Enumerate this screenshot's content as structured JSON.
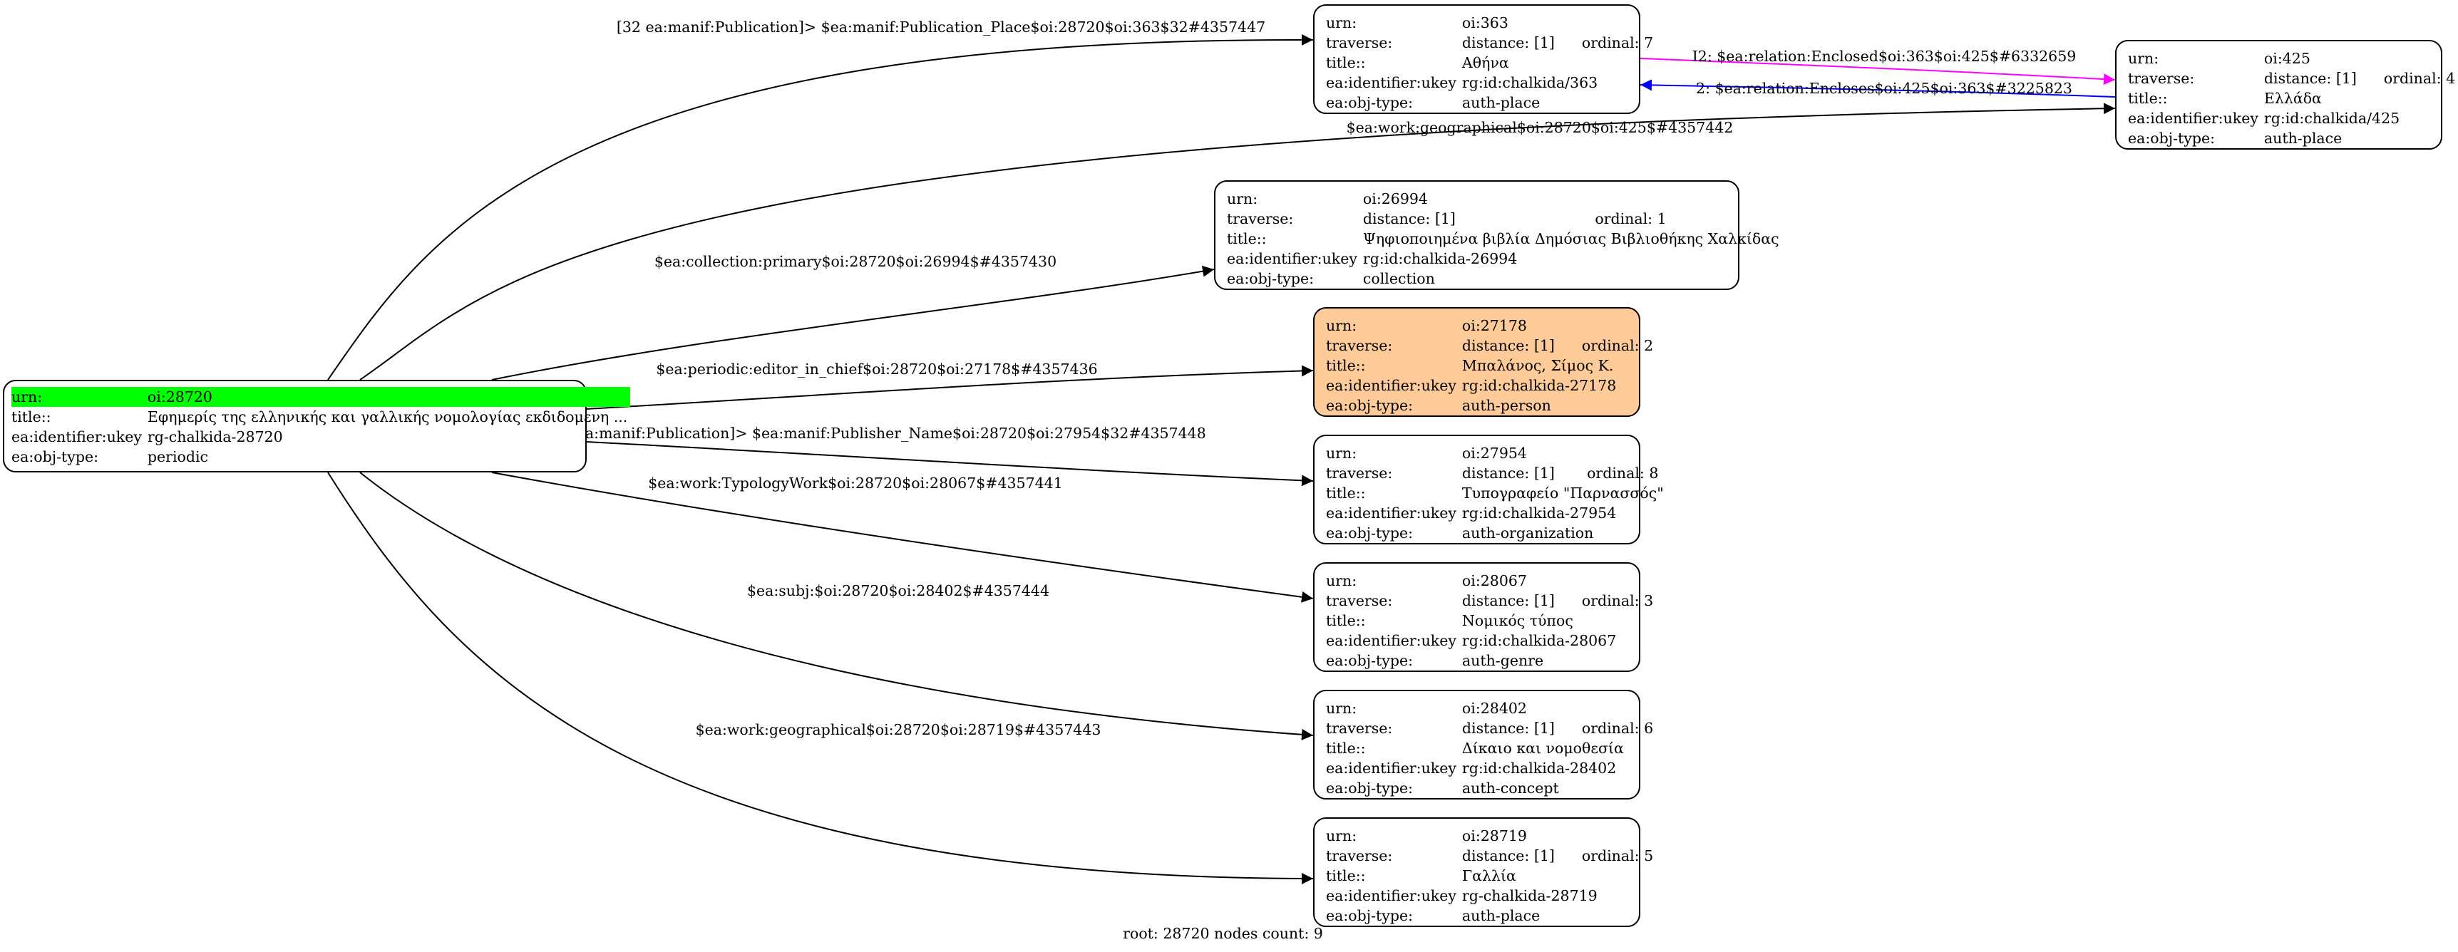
{
  "labels": {
    "urn": "urn:",
    "traverse": "traverse:",
    "title": "title::",
    "ukey": "ea:identifier:ukey",
    "objtype": "ea:obj-type:"
  },
  "root": {
    "urn": "oi:28720",
    "title": "Εφημερίς της ελληνικής και γαλλικής νομολογίας εκδιδομενη ...",
    "ukey": "rg-chalkida-28720",
    "objtype": "periodic",
    "highlight_color": "#00ff00"
  },
  "nodes": [
    {
      "id": "n363",
      "urn": "oi:363",
      "distance": "distance: [1]",
      "ordinal": "ordinal: 7",
      "title": "Αθήνα",
      "ukey": "rg:id:chalkida/363",
      "objtype": "auth-place"
    },
    {
      "id": "n425",
      "urn": "oi:425",
      "distance": "distance: [1]",
      "ordinal": "ordinal: 4",
      "title": "Ελλάδα",
      "ukey": "rg:id:chalkida/425",
      "objtype": "auth-place"
    },
    {
      "id": "n26994",
      "urn": "oi:26994",
      "distance": "distance: [1]",
      "ordinal": "ordinal: 1",
      "title": "Ψηφιοποιημένα βιβλία Δημόσιας Βιβλιοθήκης Χαλκίδας",
      "ukey": "rg:id:chalkida-26994",
      "objtype": "collection"
    },
    {
      "id": "n27178",
      "urn": "oi:27178",
      "distance": "distance: [1]",
      "ordinal": "ordinal: 2",
      "title": "Μπαλάνος, Σίμος Κ.",
      "ukey": "rg:id:chalkida-27178",
      "objtype": "auth-person",
      "highlight_color": "#ffcc99"
    },
    {
      "id": "n27954",
      "urn": "oi:27954",
      "distance": "distance: [1]",
      "ordinal": "ordinal: 8",
      "title": "Τυπογραφείο \"Παρνασσός\"",
      "ukey": "rg:id:chalkida-27954",
      "objtype": "auth-organization"
    },
    {
      "id": "n28067",
      "urn": "oi:28067",
      "distance": "distance: [1]",
      "ordinal": "ordinal: 3",
      "title": "Νομικός τύπος",
      "ukey": "rg:id:chalkida-28067",
      "objtype": "auth-genre"
    },
    {
      "id": "n28402",
      "urn": "oi:28402",
      "distance": "distance: [1]",
      "ordinal": "ordinal: 6",
      "title": "Δίκαιο και νομοθεσία",
      "ukey": "rg:id:chalkida-28402",
      "objtype": "auth-concept"
    },
    {
      "id": "n28719",
      "urn": "oi:28719",
      "distance": "distance: [1]",
      "ordinal": "ordinal: 5",
      "title": "Γαλλία",
      "ukey": "rg-chalkida-28719",
      "objtype": "auth-place"
    }
  ],
  "edges": [
    {
      "id": "e-publication-place",
      "label": "[32 ea:manif:Publication]> $ea:manif:Publication_Place$oi:28720$oi:363$32#4357447",
      "color": "#000000"
    },
    {
      "id": "e-geographical-425",
      "label": "$ea:work:geographical$oi:28720$oi:425$#4357442",
      "color": "#000000"
    },
    {
      "id": "e-collection",
      "label": "$ea:collection:primary$oi:28720$oi:26994$#4357430",
      "color": "#000000"
    },
    {
      "id": "e-editor",
      "label": "$ea:periodic:editor_in_chief$oi:28720$oi:27178$#4357436",
      "color": "#000000"
    },
    {
      "id": "e-publisher",
      "label": "[32 ea:manif:Publication]> $ea:manif:Publisher_Name$oi:28720$oi:27954$32#4357448",
      "color": "#000000"
    },
    {
      "id": "e-typology",
      "label": "$ea:work:TypologyWork$oi:28720$oi:28067$#4357441",
      "color": "#000000"
    },
    {
      "id": "e-subj",
      "label": "$ea:subj:$oi:28720$oi:28402$#4357444",
      "color": "#000000"
    },
    {
      "id": "e-geographical-28719",
      "label": "$ea:work:geographical$oi:28720$oi:28719$#4357443",
      "color": "#000000"
    },
    {
      "id": "e-enclosed",
      "label": "I2: $ea:relation:Enclosed$oi:363$oi:425$#6332659",
      "color": "#ff00ff"
    },
    {
      "id": "e-encloses",
      "label": "2: $ea:relation:Encloses$oi:425$oi:363$#3225823",
      "color": "#0000ff"
    }
  ],
  "footer": "root: 28720 nodes count: 9"
}
